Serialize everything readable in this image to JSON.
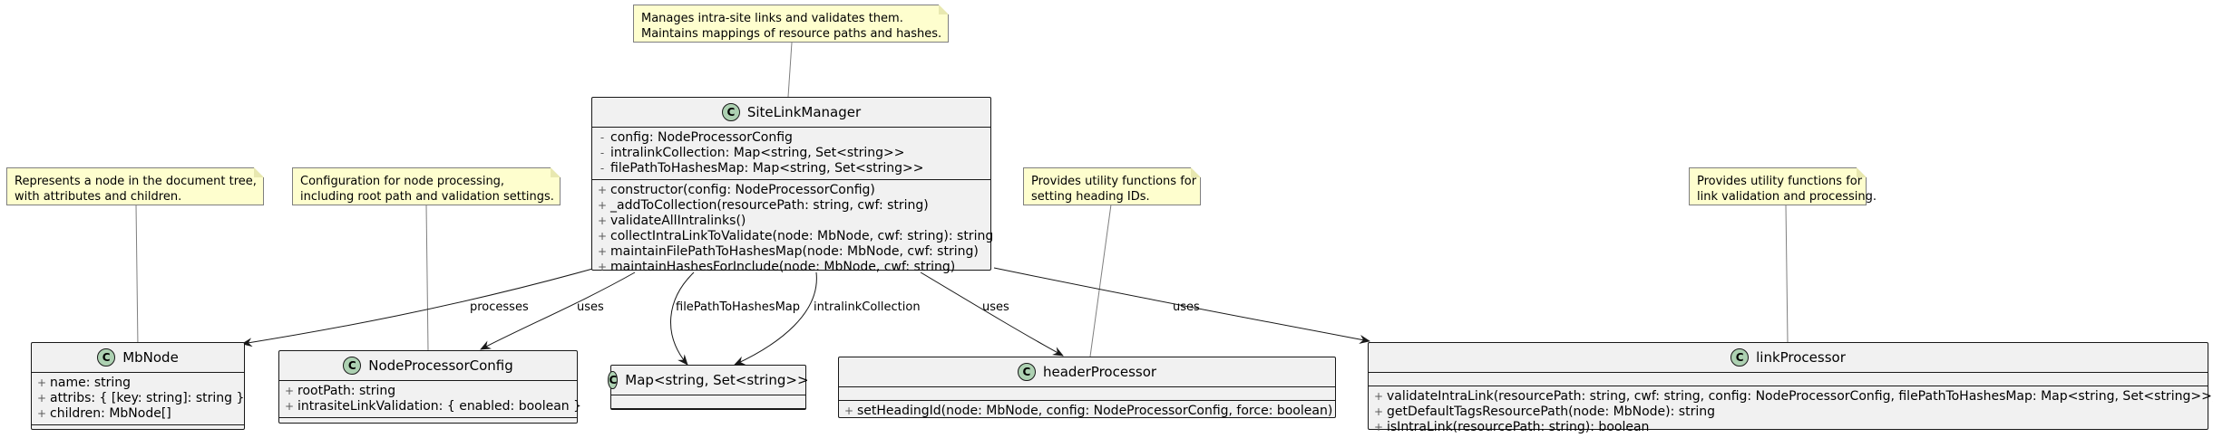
{
  "notes": {
    "site_link_manager": [
      "Manages intra-site links and validates them.",
      "Maintains mappings of resource paths and hashes."
    ],
    "mb_node": [
      "Represents a node in the document tree,",
      "with attributes and children."
    ],
    "node_processor_config": [
      "Configuration for node processing,",
      "including root path and validation settings."
    ],
    "header_processor": [
      "Provides utility functions for",
      "setting heading IDs."
    ],
    "link_processor": [
      "Provides utility functions for",
      "link validation and processing."
    ]
  },
  "classes": {
    "site_link_manager": {
      "badge": "C",
      "name": "SiteLinkManager",
      "fields": [
        {
          "vis": "-",
          "text": "config: NodeProcessorConfig"
        },
        {
          "vis": "-",
          "text": "intralinkCollection: Map<string, Set<string>>"
        },
        {
          "vis": "-",
          "text": "filePathToHashesMap: Map<string, Set<string>>"
        }
      ],
      "methods": [
        {
          "vis": "+",
          "text": "constructor(config: NodeProcessorConfig)"
        },
        {
          "vis": "+",
          "text": "_addToCollection(resourcePath: string, cwf: string)"
        },
        {
          "vis": "+",
          "text": "validateAllIntralinks()"
        },
        {
          "vis": "+",
          "text": "collectIntraLinkToValidate(node: MbNode, cwf: string): string"
        },
        {
          "vis": "+",
          "text": "maintainFilePathToHashesMap(node: MbNode, cwf: string)"
        },
        {
          "vis": "+",
          "text": "maintainHashesForInclude(node: MbNode, cwf: string)"
        }
      ]
    },
    "mb_node": {
      "badge": "C",
      "name": "MbNode",
      "fields": [
        {
          "vis": "+",
          "text": "name: string"
        },
        {
          "vis": "+",
          "text": "attribs: { [key: string]: string }"
        },
        {
          "vis": "+",
          "text": "children: MbNode[]"
        }
      ],
      "methods": []
    },
    "node_processor_config": {
      "badge": "C",
      "name": "NodeProcessorConfig",
      "fields": [
        {
          "vis": "+",
          "text": "rootPath: string"
        },
        {
          "vis": "+",
          "text": "intrasiteLinkValidation: { enabled: boolean }"
        }
      ],
      "methods": []
    },
    "map_type": {
      "badge": "C",
      "name": "Map<string, Set<string>>",
      "fields": [],
      "methods": []
    },
    "header_processor": {
      "badge": "C",
      "name": "headerProcessor",
      "fields": [],
      "methods": [
        {
          "vis": "+",
          "text": "setHeadingId(node: MbNode, config: NodeProcessorConfig, force: boolean)"
        }
      ]
    },
    "link_processor": {
      "badge": "C",
      "name": "linkProcessor",
      "fields": [],
      "methods": [
        {
          "vis": "+",
          "text": "validateIntraLink(resourcePath: string, cwf: string, config: NodeProcessorConfig, filePathToHashesMap: Map<string, Set<string>>)"
        },
        {
          "vis": "+",
          "text": "getDefaultTagsResourcePath(node: MbNode): string"
        },
        {
          "vis": "+",
          "text": "isIntraLink(resourcePath: string): boolean"
        }
      ]
    }
  },
  "edge_labels": {
    "processes": "processes",
    "uses_config": "uses",
    "file_path_to_hashes_map": "filePathToHashesMap",
    "intralink_collection": "intralinkCollection",
    "uses_header": "uses",
    "uses_link": "uses"
  }
}
